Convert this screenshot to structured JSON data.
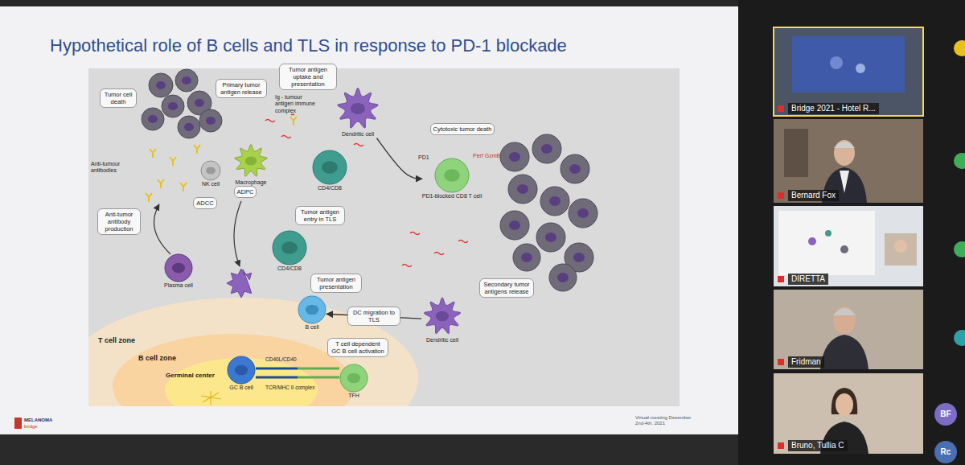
{
  "diagram": {
    "title": "Hypothetical role of B cells and TLS in response to PD-1 blockade",
    "nodes": [
      {
        "text": [
          "Tumor cell death"
        ]
      },
      {
        "text": [
          "Primary tumor antigen release"
        ]
      },
      {
        "text": [
          "Tumor antigen uptake and presentation"
        ]
      },
      {
        "text": [
          "Dendritic cell"
        ]
      },
      {
        "text": [
          "Cytotoxic tumor death"
        ]
      },
      {
        "text": [
          "Macrophage"
        ]
      },
      {
        "text": [
          "ADPC"
        ]
      },
      {
        "text": [
          "NK cell"
        ]
      },
      {
        "text": [
          "ADCC"
        ]
      },
      {
        "text": [
          "CD4/CD8"
        ]
      },
      {
        "text": [
          "PD1-blocked CD8 T cell"
        ]
      },
      {
        "text": [
          "Anti-tumor antibody production"
        ]
      },
      {
        "text": [
          "Tumor antigen entry in TLS"
        ]
      },
      {
        "text": [
          "Plasma cell"
        ]
      },
      {
        "text": [
          "Tumor antigen presentation"
        ]
      },
      {
        "text": [
          "CD4/CD8"
        ]
      },
      {
        "text": [
          "Secondary tumor antigens release"
        ]
      },
      {
        "text": [
          "B cell"
        ]
      },
      {
        "text": [
          "Dendritic cell"
        ]
      },
      {
        "text": [
          "T cell dependent GC B cell activation"
        ]
      },
      {
        "text": [
          "GC B cell"
        ]
      },
      {
        "text": [
          "TFH"
        ]
      }
    ],
    "edges": [
      {
        "from": 3,
        "to": 10,
        "arrow": "to"
      },
      {
        "from": 18,
        "to": 17,
        "label": "DC migration to TLS",
        "arrow": "to"
      }
    ],
    "labels": [
      "Anti-tumour antibodies",
      "Ig - tumour antigen immune complex",
      "PD1",
      "Perf GzmB",
      "T cell zone",
      "B cell zone",
      "Germinal center",
      "CD40L/CD40",
      "TCR/MHC II complex",
      "MELANOMA",
      "bridge",
      "Virtual meeting December 2nd-4th, 2021",
      "Bridge 2021 - Hotel R...",
      "Bernard Fox",
      "DIRETTA",
      "Fridman",
      "Bruno, Tullia C",
      "BF",
      "Rc"
    ]
  }
}
